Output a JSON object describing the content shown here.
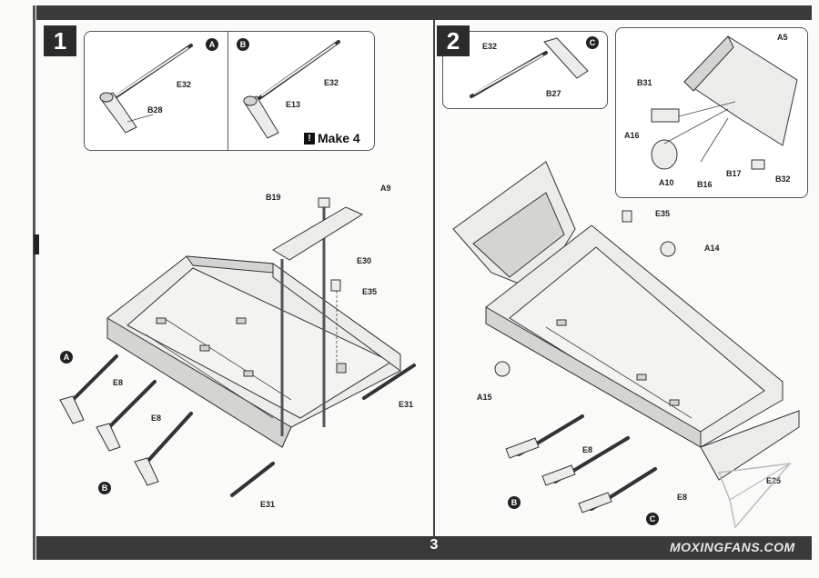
{
  "page": {
    "number": "3",
    "watermark": "MOXINGFANS.COM"
  },
  "steps": [
    {
      "number": "1",
      "inset_left": {
        "badge": "A",
        "labels": [
          "E32",
          "B28"
        ]
      },
      "inset_right": {
        "badge": "B",
        "labels": [
          "E32",
          "E13"
        ],
        "note": "Make 4"
      },
      "callouts": [
        "B19",
        "A9",
        "E30",
        "E35",
        "E31",
        "E31",
        "E8",
        "E8"
      ],
      "badges": [
        "A",
        "B"
      ]
    },
    {
      "number": "2",
      "inset_left": {
        "badge": "C",
        "labels": [
          "E32",
          "B27"
        ]
      },
      "inset_right": {
        "labels": [
          "A5",
          "B31",
          "A16",
          "A10",
          "B16",
          "B17",
          "B32"
        ]
      },
      "callouts": [
        "E35",
        "A14",
        "A15",
        "E8",
        "E8",
        "E25"
      ],
      "badges": [
        "B",
        "C"
      ]
    }
  ],
  "colors": {
    "ink": "#1a1a1a",
    "bar": "#3a3a3a",
    "paper": "#fafaf8",
    "part_fill": "#ececea"
  }
}
